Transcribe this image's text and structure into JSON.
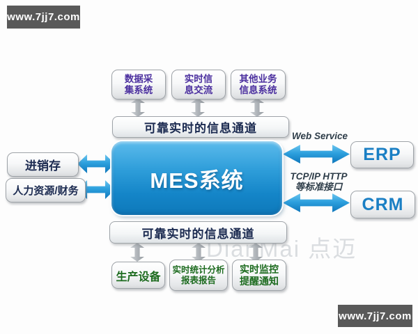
{
  "watermarks": {
    "top_left": "www.7jj7.com",
    "bottom_right": "www.7jj7.com",
    "brand": "DianMai 点迈"
  },
  "diagram": {
    "center": {
      "title": "MES系统"
    },
    "top_channel": "可靠实时的信息通道",
    "bottom_channel": "可靠实时的信息通道",
    "top_nodes": [
      {
        "label": "数据采集系统",
        "line1": "数据采",
        "line2": "集系统"
      },
      {
        "label": "实时信息交流",
        "line1": "实时信",
        "line2": "息交流"
      },
      {
        "label": "其他业务信息系统",
        "line1": "其他业务",
        "line2": "信息系统"
      }
    ],
    "left_nodes": [
      {
        "label": "进销存"
      },
      {
        "label": "人力资源/财务"
      }
    ],
    "right_nodes": [
      {
        "name": "ERP",
        "protocol_line1": "Web Service",
        "protocol_line2": ""
      },
      {
        "name": "CRM",
        "protocol_line1": "TCP/IP HTTP",
        "protocol_line2": "等标准接口"
      }
    ],
    "bottom_nodes": [
      {
        "label": "生产设备",
        "line1": "生产设备",
        "line2": ""
      },
      {
        "label": "实时统计分析报表报告",
        "line1": "实时统计分析",
        "line2": "报表报告"
      },
      {
        "label": "实时监控提醒通知",
        "line1": "实时监控",
        "line2": "提醒通知"
      }
    ],
    "colors": {
      "mes_blue_top": "#5cbbec",
      "mes_blue_bottom": "#0e79ba",
      "purple_text": "#4b2f9f",
      "navy_text": "#1b2a50",
      "green_text": "#1d6b1f",
      "erp_crm_text": "#1a7fc4",
      "arrow_blue": "#2da0de",
      "arrow_gray": "#adb2b7",
      "watermark_bg": "#595959",
      "brand_watermark": "#dadde0"
    }
  }
}
